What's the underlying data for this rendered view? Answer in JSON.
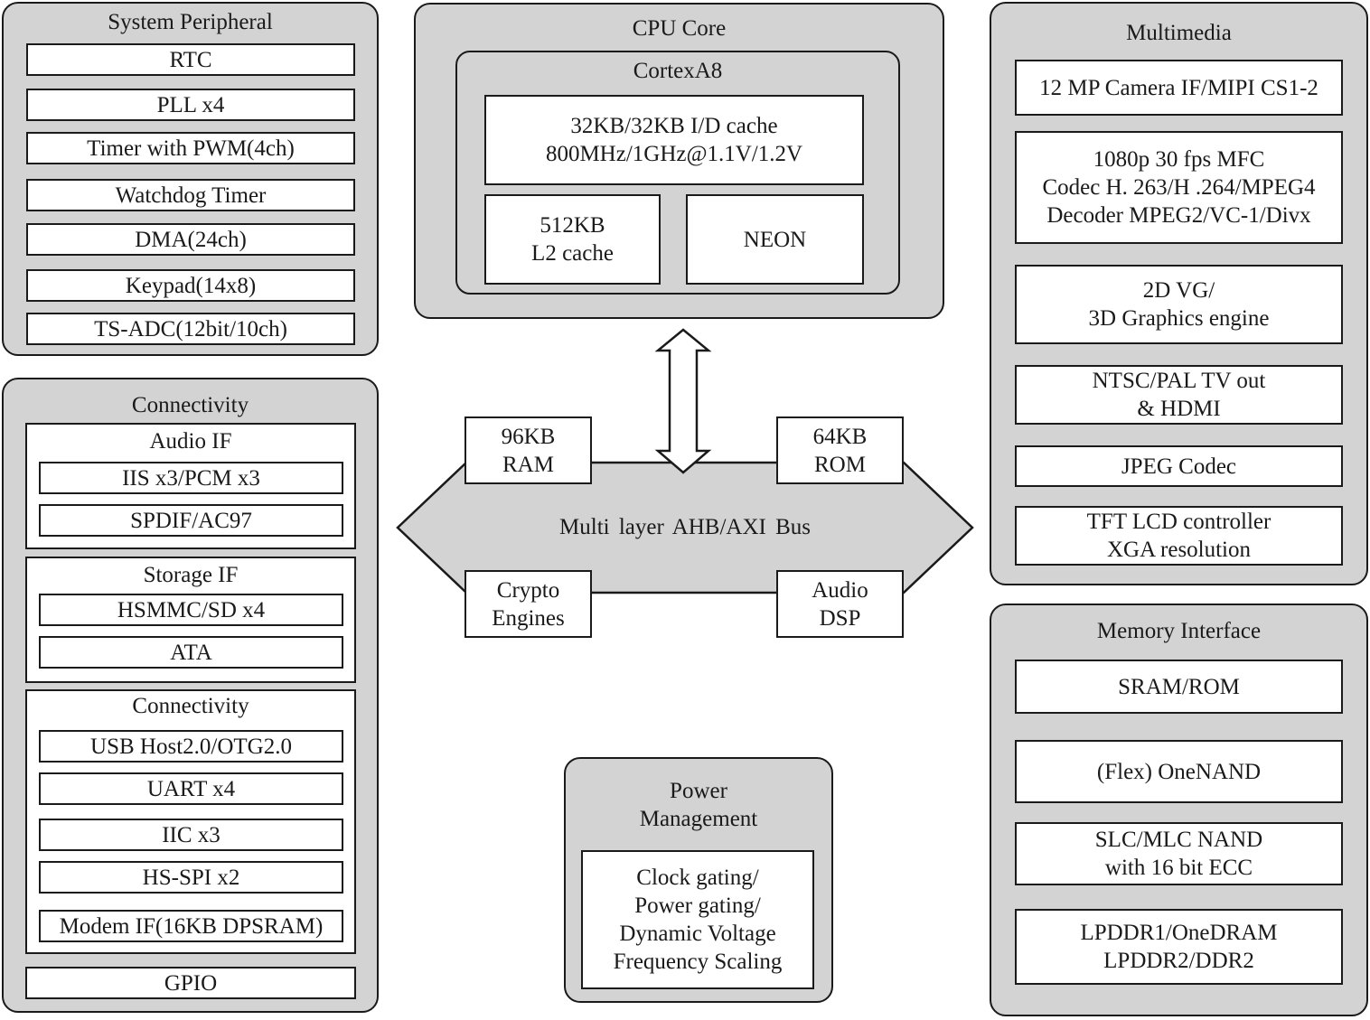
{
  "system_peripheral": {
    "title": "System Peripheral",
    "items": [
      "RTC",
      "PLL x4",
      "Timer with PWM(4ch)",
      "Watchdog Timer",
      "DMA(24ch)",
      "Keypad(14x8)",
      "TS-ADC(12bit/10ch)"
    ]
  },
  "connectivity": {
    "title": "Connectivity",
    "audio_if": {
      "title": "Audio IF",
      "items": [
        "IIS x3/PCM x3",
        "SPDIF/AC97"
      ]
    },
    "storage_if": {
      "title": "Storage IF",
      "items": [
        "HSMMC/SD  x4",
        "ATA"
      ]
    },
    "connectivity_group": {
      "title": "Connectivity",
      "items": [
        "USB Host2.0/OTG2.0",
        "UART  x4",
        "IIC  x3",
        "HS-SPI x2",
        "Modem IF(16KB DPSRAM)"
      ]
    },
    "gpio": "GPIO"
  },
  "cpu_core": {
    "title": "CPU Core",
    "core_name": "CortexA8",
    "cache_info": "32KB/32KB I/D cache\n800MHz/1GHz@1.1V/1.2V",
    "l2_cache": "512KB\nL2 cache",
    "neon": "NEON"
  },
  "bus": {
    "label": "Multi layer  AHB/AXI Bus",
    "ram": "96KB\nRAM",
    "rom": "64KB\nROM",
    "crypto": "Crypto\nEngines",
    "audio_dsp": "Audio\nDSP"
  },
  "power_management": {
    "title": "Power\nManagement",
    "features": "Clock gating/\nPower gating/\nDynamic Voltage\nFrequency Scaling"
  },
  "multimedia": {
    "title": "Multimedia",
    "items": [
      "12 MP Camera IF/MIPI CS1-2",
      "1080p 30 fps MFC\nCodec H. 263/H .264/MPEG4\nDecoder MPEG2/VC-1/Divx",
      "2D VG/\n3D Graphics engine",
      "NTSC/PAL TV out\n& HDMI",
      "JPEG Codec",
      "TFT LCD controller\nXGA resolution"
    ]
  },
  "memory_interface": {
    "title": "Memory Interface",
    "items": [
      "SRAM/ROM",
      "(Flex) OneNAND",
      "SLC/MLC NAND\nwith 16 bit ECC",
      "LPDDR1/OneDRAM\nLPDDR2/DDR2"
    ]
  },
  "colors": {
    "panel_fill": "#d3d3d3",
    "box_fill": "#ffffff",
    "stroke": "#1a1a1a"
  }
}
